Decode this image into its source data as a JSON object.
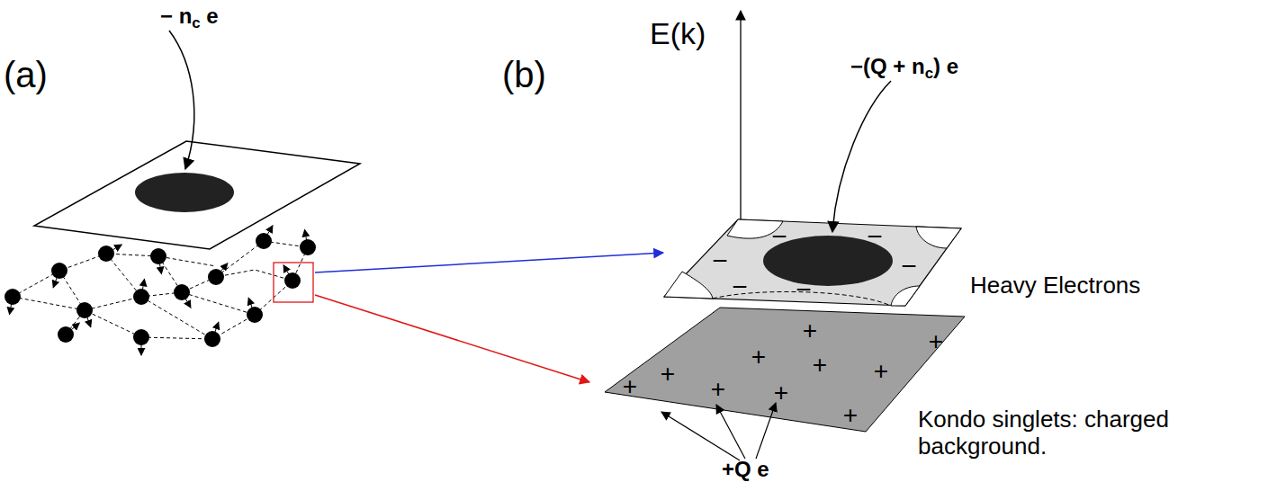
{
  "diagram": {
    "labels": [
      "− nc e",
      "(a)",
      "(b)",
      "E(k)",
      "−(Q + nc) e",
      "Heavy Electrons",
      "Kondo singlets: charged background.",
      "+Q e",
      "−",
      "−",
      "−",
      "−",
      "−",
      "−",
      "+",
      "+",
      "+",
      "+",
      "+",
      "+",
      "+",
      "+",
      "+",
      "+"
    ]
  }
}
